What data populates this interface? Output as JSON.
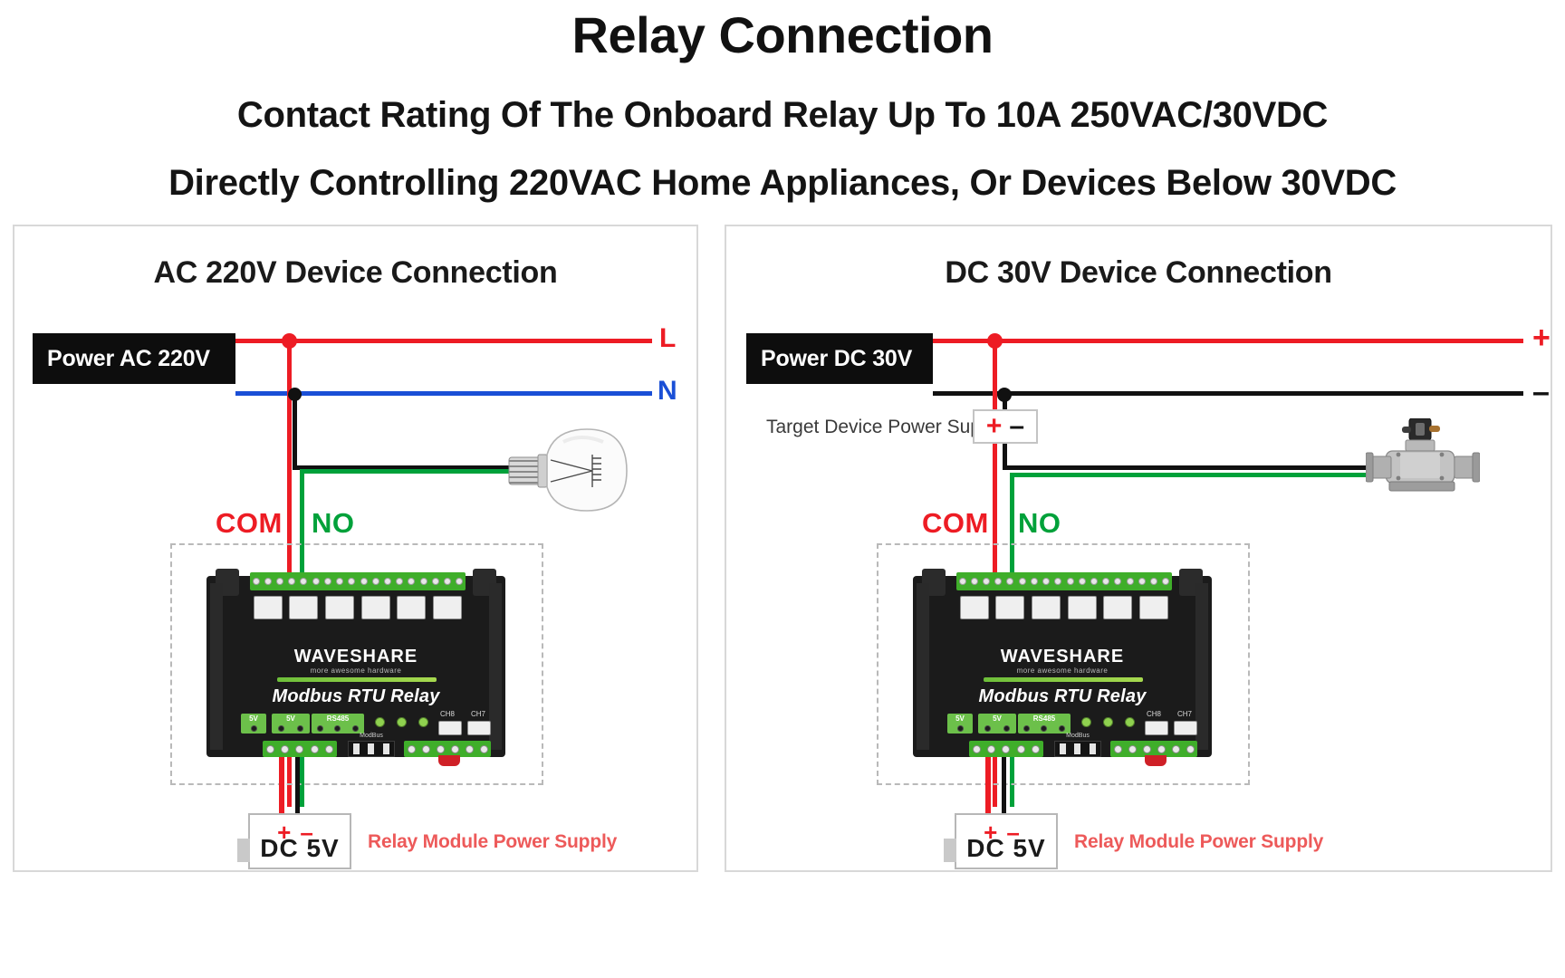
{
  "header": {
    "title": "Relay Connection",
    "subtitle_1": "Contact Rating Of The Onboard Relay Up To 10A 250VAC/30VDC",
    "subtitle_2": "Directly Controlling 220VAC Home Appliances, Or Devices Below 30VDC"
  },
  "colors": {
    "live_red": "#ed1c24",
    "neutral_blue": "#1a4fd6",
    "no_green": "#00a13a",
    "wire_black": "#111111",
    "board_black": "#1b1b1b",
    "terminal_green": "#3fae2a",
    "caption_red": "#ed5a5a"
  },
  "panels": [
    {
      "id": "ac",
      "title": "AC 220V Device Connection",
      "source_label": "Power AC 220V",
      "line_labels": [
        {
          "name": "live",
          "text": "L",
          "color": "#ed1c24"
        },
        {
          "name": "neutral",
          "text": "N",
          "color": "#1a4fd6"
        }
      ],
      "relay_terminals": [
        {
          "name": "com",
          "text": "COM",
          "color": "#ed1c24"
        },
        {
          "name": "no",
          "text": "NO",
          "color": "#00a13a"
        }
      ],
      "board": {
        "brand": "WAVESHARE",
        "tagline": "more awesome hardware",
        "model": "Modbus RTU Relay",
        "port_labels": [
          "5V",
          "5V",
          "RS485"
        ],
        "channel_labels": [
          "CH8",
          "CH7"
        ],
        "dip_label": "ModBus"
      },
      "load": {
        "name": "light-bulb",
        "type": "incandescent-bulb"
      },
      "psu": {
        "plus": "+",
        "minus": "–",
        "text": "DC 5V",
        "caption": "Relay Module Power Supply"
      }
    },
    {
      "id": "dc",
      "title": "DC 30V Device Connection",
      "source_label": "Power DC 30V",
      "line_labels": [
        {
          "name": "positive",
          "text": "+",
          "color": "#ed1c24"
        },
        {
          "name": "negative",
          "text": "–",
          "color": "#111111"
        }
      ],
      "target_supply": {
        "label": "Target Device Power Supply",
        "plus": "+",
        "minus": "–"
      },
      "relay_terminals": [
        {
          "name": "com",
          "text": "COM",
          "color": "#ed1c24"
        },
        {
          "name": "no",
          "text": "NO",
          "color": "#00a13a"
        }
      ],
      "board": {
        "brand": "WAVESHARE",
        "tagline": "more awesome hardware",
        "model": "Modbus RTU Relay",
        "port_labels": [
          "5V",
          "5V",
          "RS485"
        ],
        "channel_labels": [
          "CH8",
          "CH7"
        ],
        "dip_label": "ModBus"
      },
      "load": {
        "name": "solenoid-valve",
        "type": "solenoid-valve"
      },
      "psu": {
        "plus": "+",
        "minus": "–",
        "text": "DC 5V",
        "caption": "Relay Module Power Supply"
      }
    }
  ]
}
